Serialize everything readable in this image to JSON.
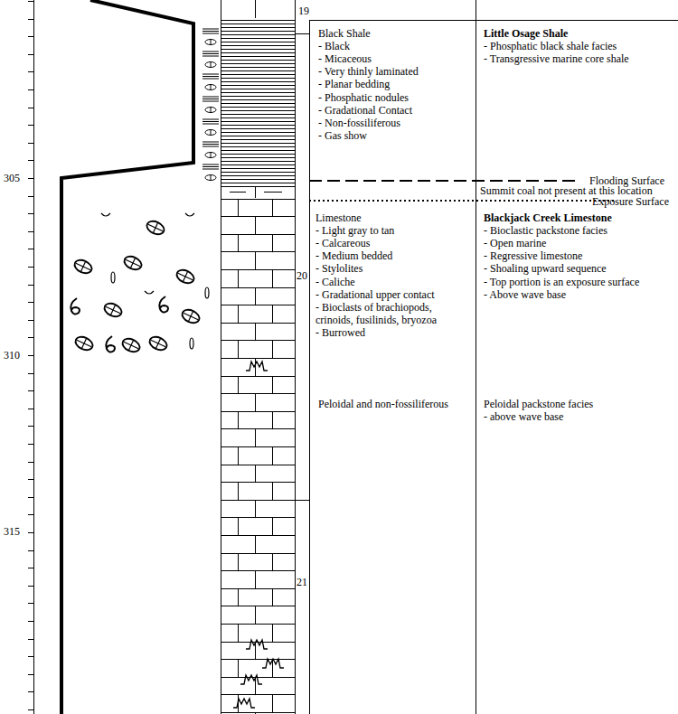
{
  "diagram": {
    "labels": [
      "19",
      "20",
      "21",
      "305",
      "310",
      "315",
      "Black Shale",
      "- Black",
      "- Micaceous",
      "- Very thinly laminated",
      "- Planar bedding",
      "- Phosphatic nodules",
      "- Gradational Contact",
      "- Non-fossiliferous",
      "- Gas show",
      "Little Osage Shale",
      "- Phosphatic black shale facies",
      "- Transgressive marine core shale",
      "Flooding Surface",
      "Summit coal not present at this location",
      "Exposure Surface",
      "Limestone",
      "- Light gray to tan",
      "- Calcareous",
      "- Medium bedded",
      "- Stylolites",
      "- Caliche",
      "- Gradational upper contact",
      "- Bioclasts of brachiopods, crinoids, fusilinids, bryozoa",
      "- Burrowed",
      "Blackjack Creek Limestone",
      "- Bioclastic packstone facies",
      "- Open marine",
      "- Regressive limestone",
      "- Shoaling upward sequence",
      "- Top portion is an exposure surface",
      "- Above wave base",
      "Peloidal and non-fossiliferous",
      "Peloidal packstone facies",
      "- above wave base"
    ]
  }
}
